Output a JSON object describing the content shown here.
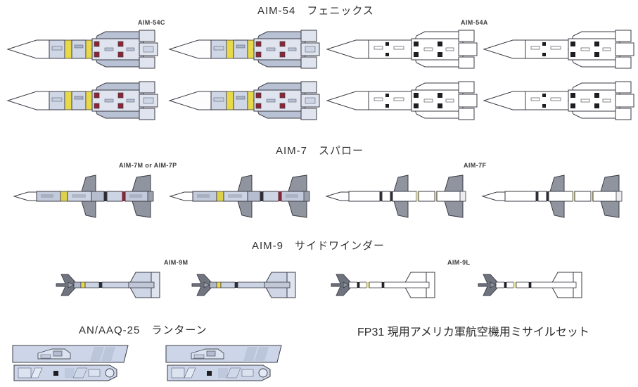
{
  "sheet": {
    "background": "#ffffff",
    "sections": [
      {
        "id": "aim54",
        "title": "AIM-54　フェニックス",
        "variants": [
          {
            "id": "aim54c",
            "label": "AIM-54C",
            "count": 4,
            "scheme": "grey-blue"
          },
          {
            "id": "aim54a",
            "label": "AIM-54A",
            "count": 4,
            "scheme": "white"
          }
        ]
      },
      {
        "id": "aim7",
        "title": "AIM-7　スパロー",
        "variants": [
          {
            "id": "aim7m",
            "label": "AIM-7M or AIM-7P",
            "count": 2,
            "scheme": "grey-blue"
          },
          {
            "id": "aim7f",
            "label": "AIM-7F",
            "count": 2,
            "scheme": "white"
          }
        ]
      },
      {
        "id": "aim9",
        "title": "AIM-9　サイドワインダー",
        "variants": [
          {
            "id": "aim9m",
            "label": "AIM-9M",
            "count": 2,
            "scheme": "grey-blue"
          },
          {
            "id": "aim9l",
            "label": "AIM-9L",
            "count": 2,
            "scheme": "white"
          }
        ]
      },
      {
        "id": "lantirn",
        "title": "AN/AAQ-25　ランターン",
        "variants": [
          {
            "id": "lantirn-pod",
            "label": "",
            "count": 2,
            "scheme": "grey-blue"
          }
        ]
      }
    ],
    "set_title": "FP31 現用アメリカ軍航空機用ミサイルセット"
  },
  "colors": {
    "outline": "#3b3b46",
    "outline_light": "#6b6b78",
    "body_grey_blue": "#cfd6e6",
    "body_grey_blue_dark": "#aeb8cd",
    "body_white": "#fefefe",
    "body_white_shade": "#f2f2f4",
    "wing_grey": "#9aa0ab",
    "wing_grey_dark": "#7d848f",
    "band_yellow": "#e8d94a",
    "band_red": "#9d2234",
    "band_dark": "#2c2c34",
    "marking_black": "#1d1d22",
    "text": "#2a2a2a"
  },
  "labels": {
    "aim54_section": "AIM-54　フェニックス",
    "aim54c": "AIM-54C",
    "aim54a": "AIM-54A",
    "aim7_section": "AIM-7　スパロー",
    "aim7mp": "AIM-7M or AIM-7P",
    "aim7f": "AIM-7F",
    "aim9_section": "AIM-9　サイドワインダー",
    "aim9m": "AIM-9M",
    "aim9l": "AIM-9L",
    "lantirn": "AN/AAQ-25　ランターン",
    "set_title": "FP31 現用アメリカ軍航空機用ミサイルセット"
  }
}
